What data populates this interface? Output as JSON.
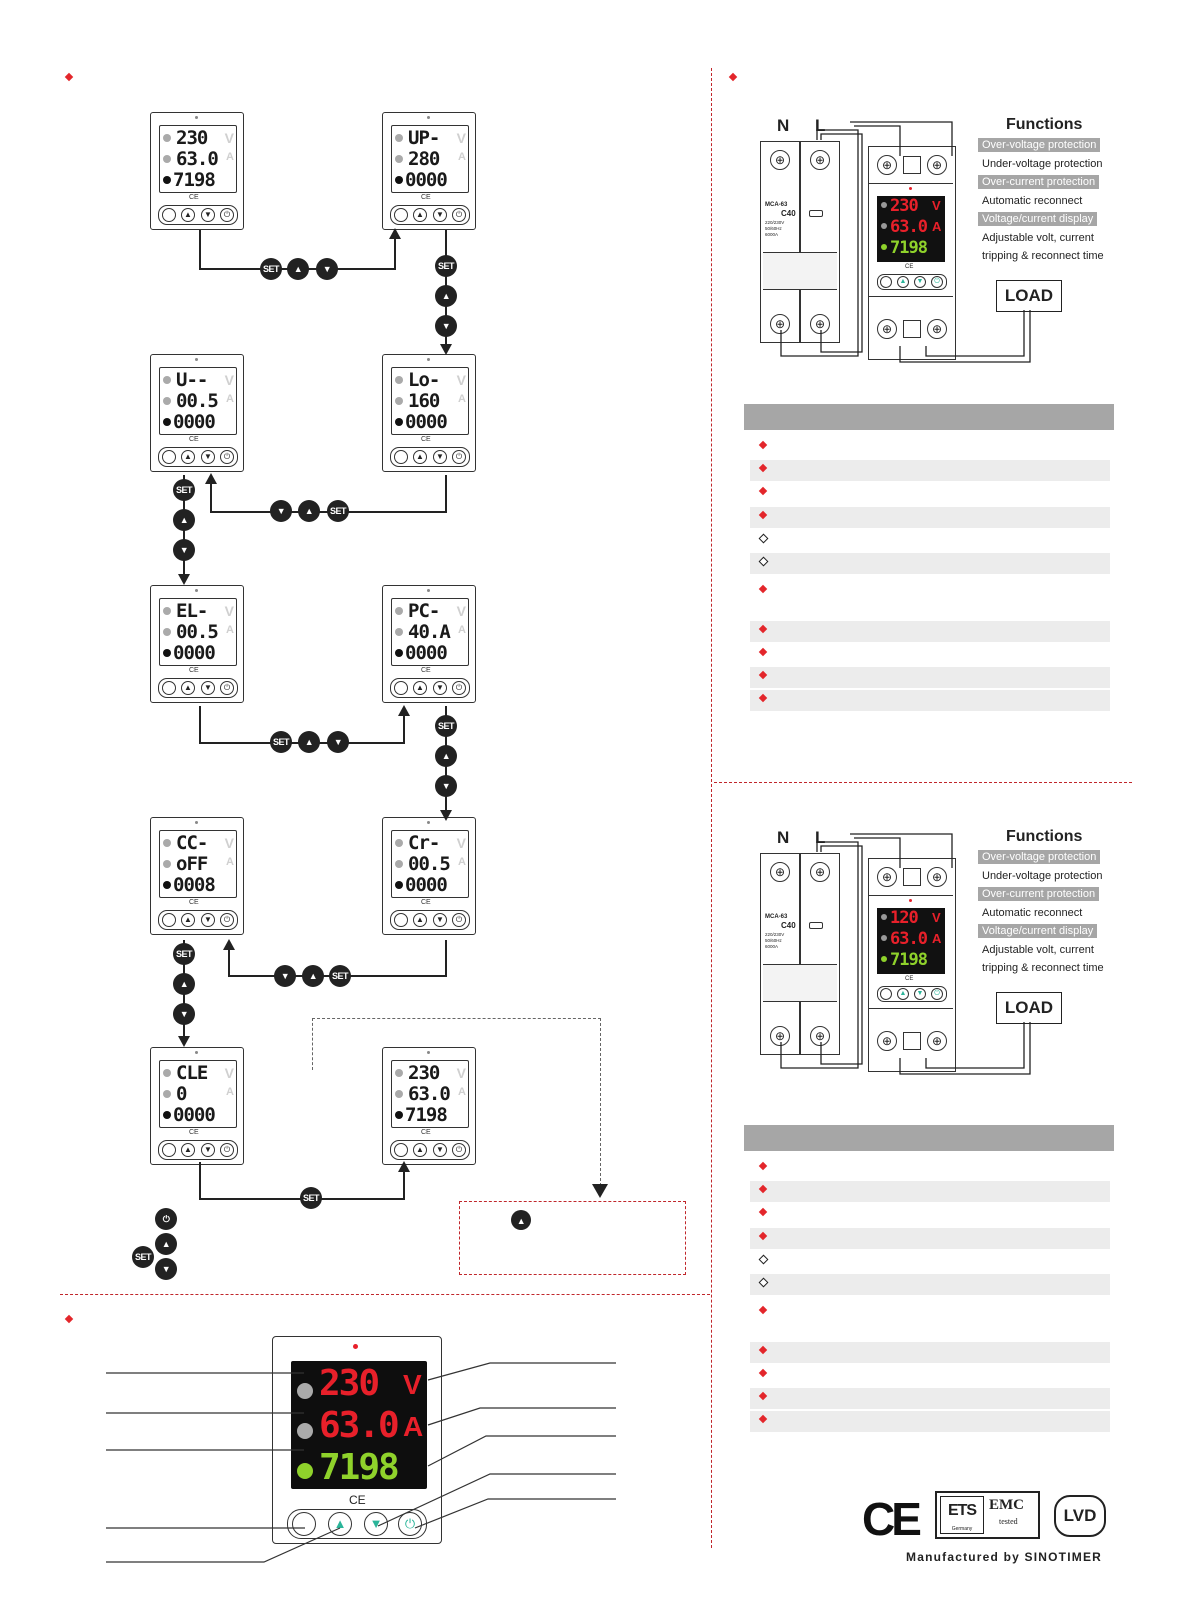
{
  "flow_screens": [
    {
      "id": "s1",
      "r1": "230",
      "r2": "63.0",
      "r3": "7198"
    },
    {
      "id": "s2",
      "r1": "UP-",
      "r2": "280",
      "r3": "0000"
    },
    {
      "id": "s3",
      "r1": "U--",
      "r2": "00.5",
      "r3": "0000"
    },
    {
      "id": "s4",
      "r1": "Lo-",
      "r2": "160",
      "r3": "0000"
    },
    {
      "id": "s5",
      "r1": "EL-",
      "r2": "00.5",
      "r3": "0000"
    },
    {
      "id": "s6",
      "r1": "PC-",
      "r2": "40.A",
      "r3": "0000"
    },
    {
      "id": "s7",
      "r1": "CC-",
      "r2": "oFF",
      "r3": "0008"
    },
    {
      "id": "s8",
      "r1": "Cr-",
      "r2": "00.5",
      "r3": "0000"
    },
    {
      "id": "s9",
      "r1": "CLE",
      "r2": "0",
      "r3": "0000"
    },
    {
      "id": "s10",
      "r1": "230",
      "r2": "63.0",
      "r3": "7198"
    }
  ],
  "units": {
    "v": "V",
    "a": "A"
  },
  "ce_mark": "CE",
  "set_label": "SET",
  "wiring": {
    "n_label": "N",
    "l_label": "L",
    "breaker_model": "MCA-63",
    "breaker_rating": "C40",
    "breaker_spec1": "220/230V",
    "breaker_spec2": "50/60Hz",
    "breaker_spec3": "6000A",
    "load_label": "LOAD",
    "functions_title": "Functions",
    "functions": [
      {
        "text": "Over-voltage protection",
        "highlight": true
      },
      {
        "text": "Under-voltage protection",
        "highlight": false
      },
      {
        "text": "Over-current protection",
        "highlight": true
      },
      {
        "text": "Automatic reconnect",
        "highlight": false
      },
      {
        "text": "Voltage/current display",
        "highlight": true
      },
      {
        "text": "Adjustable volt, current",
        "highlight": false
      },
      {
        "text": "tripping & reconnect time",
        "highlight": false
      }
    ],
    "top_display": {
      "r1": "230",
      "r2": "63.0",
      "r3": "7198",
      "u1": "V",
      "u2": "A"
    },
    "bottom_display": {
      "r1": "120",
      "r2": "63.0",
      "r3": "7198",
      "u1": "V",
      "u2": "A"
    }
  },
  "panel": {
    "r1": "230",
    "r2": "63.0",
    "r3": "7198",
    "u1": "V",
    "u2": "A",
    "ce": "CE"
  },
  "footer": {
    "ets": "ETS",
    "ets_sub": "Germany",
    "emc": "EMC",
    "emc_sub": "tested",
    "lvd": "LVD",
    "manufacturer": "Manufactured by SINOTIMER"
  },
  "colors": {
    "accent_red": "#e3262b",
    "display_red": "#e8202a",
    "display_green": "#8fd22b",
    "teal": "#2bb59a"
  }
}
